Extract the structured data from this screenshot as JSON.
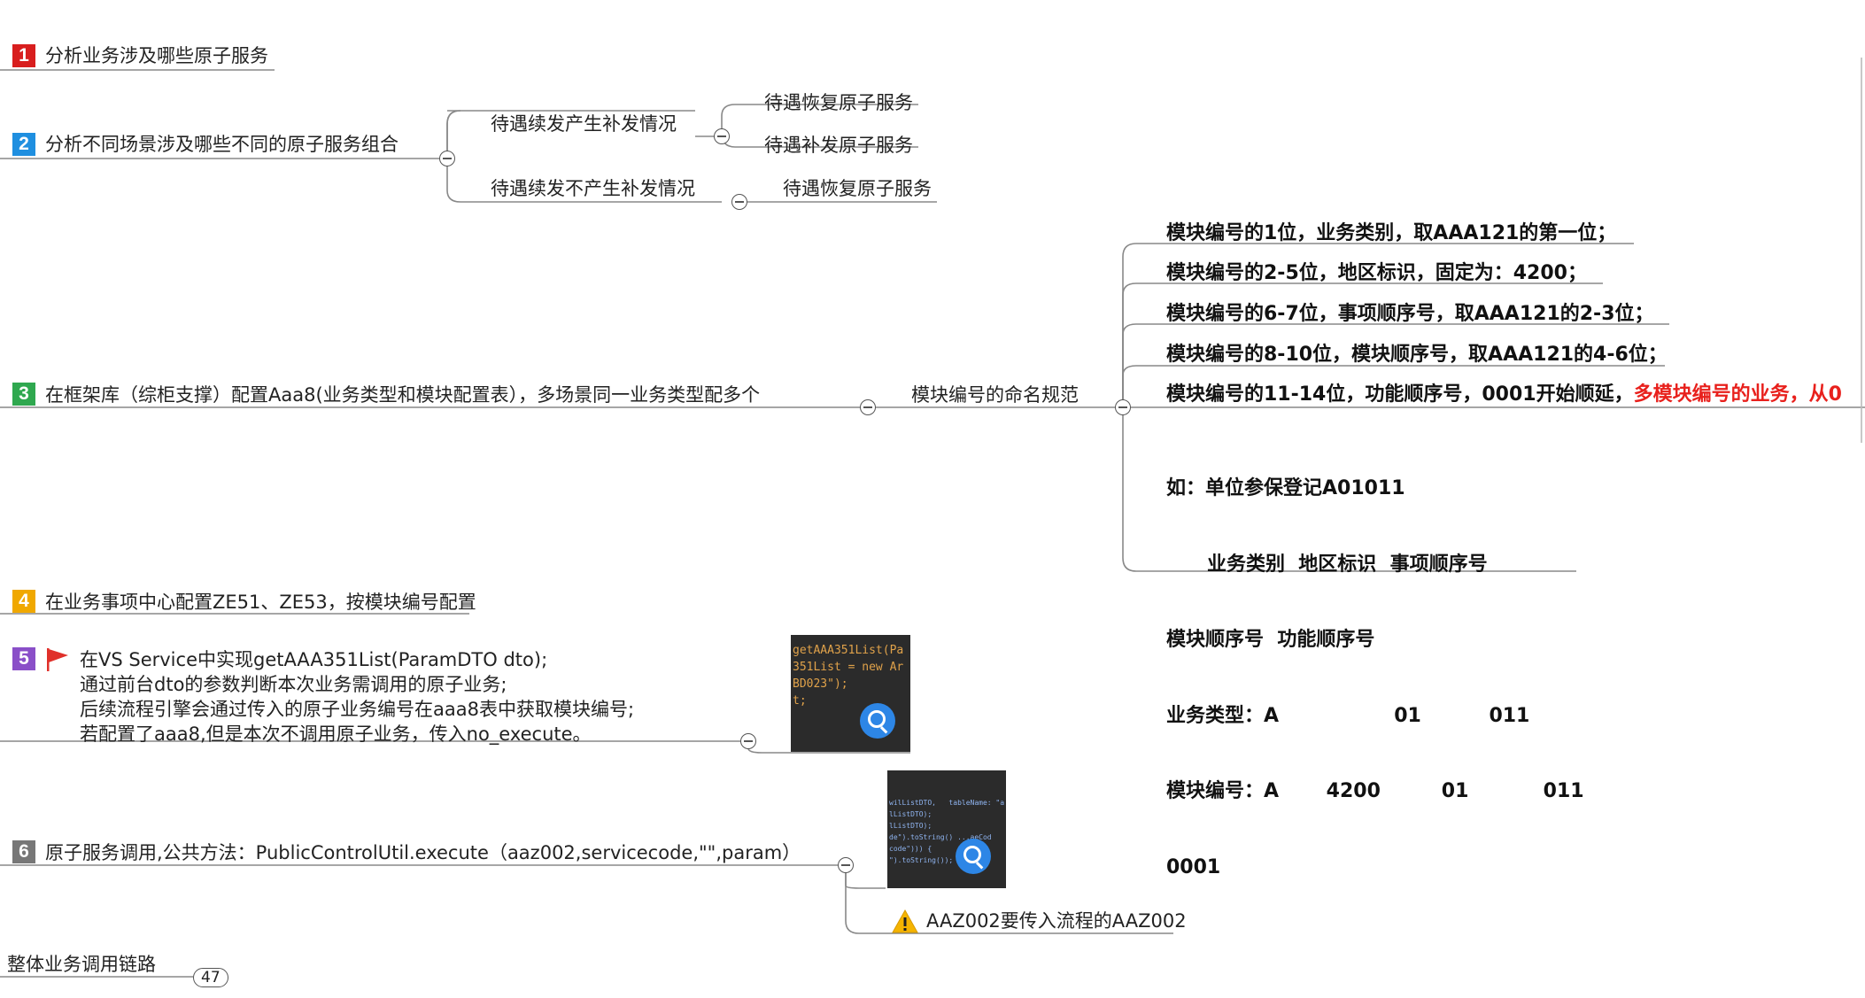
{
  "colors": {
    "badge1": "#d81e1e",
    "badge2": "#1f8fe0",
    "badge3": "#2fa84f",
    "badge4": "#f0a800",
    "badge5": "#8a4fc8",
    "badge6": "#777777",
    "flag": "#e0302a",
    "warning": "#f5b400",
    "highlight": "#e8201c",
    "line": "#888888"
  },
  "topics": {
    "t1": {
      "num": "1",
      "label": "分析业务涉及哪些原子服务"
    },
    "t2": {
      "num": "2",
      "label": "分析不同场景涉及哪些不同的原子服务组合"
    },
    "t3": {
      "num": "3",
      "label": "在框架库（综柜支撑）配置Aaa8(业务类型和模块配置表），多场景同一业务类型配多个"
    },
    "t4": {
      "num": "4",
      "label": "在业务事项中心配置ZE51、ZE53，按模块编号配置"
    },
    "t5": {
      "num": "5",
      "flag_icon": "flag-icon",
      "lines": [
        "在VS Service中实现getAAA351List(ParamDTO  dto);",
        "通过前台dto的参数判断本次业务需调用的原子业务;",
        "后续流程引擎会通过传入的原子业务编号在aaa8表中获取模块编号;",
        "若配置了aaa8,但是本次不调用原子业务，传入no_execute。"
      ]
    },
    "t6": {
      "num": "6",
      "label": "原子服务调用,公共方法：PublicControlUtil.execute（aaz002,servicecode,\"\",param）"
    },
    "chain": {
      "label": "整体业务调用链路",
      "count": "47"
    }
  },
  "branch2": {
    "a": {
      "label": "待遇续发产生补发情况",
      "children": [
        "待遇恢复原子服务",
        "待遇补发原子服务"
      ]
    },
    "b": {
      "label": "待遇续发不产生补发情况",
      "children": [
        "待遇恢复原子服务"
      ]
    }
  },
  "branch3": {
    "label": "模块编号的命名规范",
    "rules": [
      "模块编号的1位，业务类别，取AAA121的第一位；",
      "模块编号的2-5位，地区标识，固定为：4200；",
      "模块编号的6-7位，事项顺序号，取AAA121的2-3位；",
      "模块编号的8-10位，模块顺序号，取AAA121的4-6位；"
    ],
    "rule5_prefix": "模块编号的11-14位，功能顺序号，0001开始顺延，",
    "rule5_highlight": "多模块编号的业务，从0",
    "example": [
      "如：单位参保登记A01011",
      "      业务类别  地区标识  事项顺序号",
      "模块顺序号  功能顺序号",
      "业务类型：A                 01          011",
      "模块编号：A       4200         01           011",
      "0001"
    ]
  },
  "thumb5": {
    "code": [
      "getAAA351List(Pa",
      "351List = new Ar",
      "BD023\");",
      "t;"
    ]
  },
  "thumb6": {
    "code": [
      "wilListDTO,   tableName: \"a",
      "lListDTO);",
      "lListDTO);",
      "de\").toString() ...aeCod",
      "code\"))) {",
      "\").toString());"
    ]
  },
  "note6": {
    "label": "AAZ002要传入流程的AAZ002",
    "icon": "warning-icon"
  }
}
